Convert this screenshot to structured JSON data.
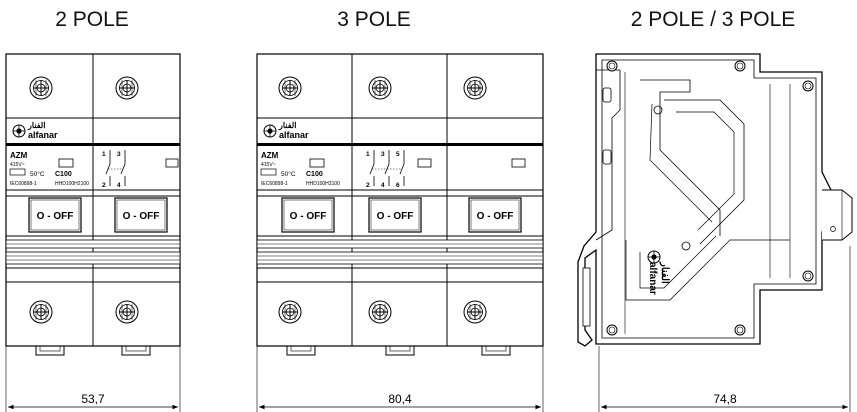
{
  "titles": {
    "two_pole": "2 POLE",
    "three_pole": "3 POLE",
    "side": "2 POLE / 3 POLE"
  },
  "brand": {
    "arabic": "الفنار",
    "latin": "alfanar"
  },
  "label": {
    "model": "AZM",
    "voltage": "415V~",
    "temperature": "50°C",
    "rating": "C100",
    "standard": "IEC60898-1",
    "code_2p": "HHD100H2100",
    "code_3p": "HHD100H3100"
  },
  "terminals": {
    "top_2p": [
      "1",
      "3"
    ],
    "bottom_2p": [
      "2",
      "4"
    ],
    "top_3p": [
      "1",
      "3",
      "5"
    ],
    "bottom_3p": [
      "2",
      "4",
      "6"
    ]
  },
  "handle_label": "O - OFF",
  "dimensions": {
    "two_pole_width": "53,7",
    "three_pole_width": "80,4",
    "side_depth": "74,8"
  }
}
